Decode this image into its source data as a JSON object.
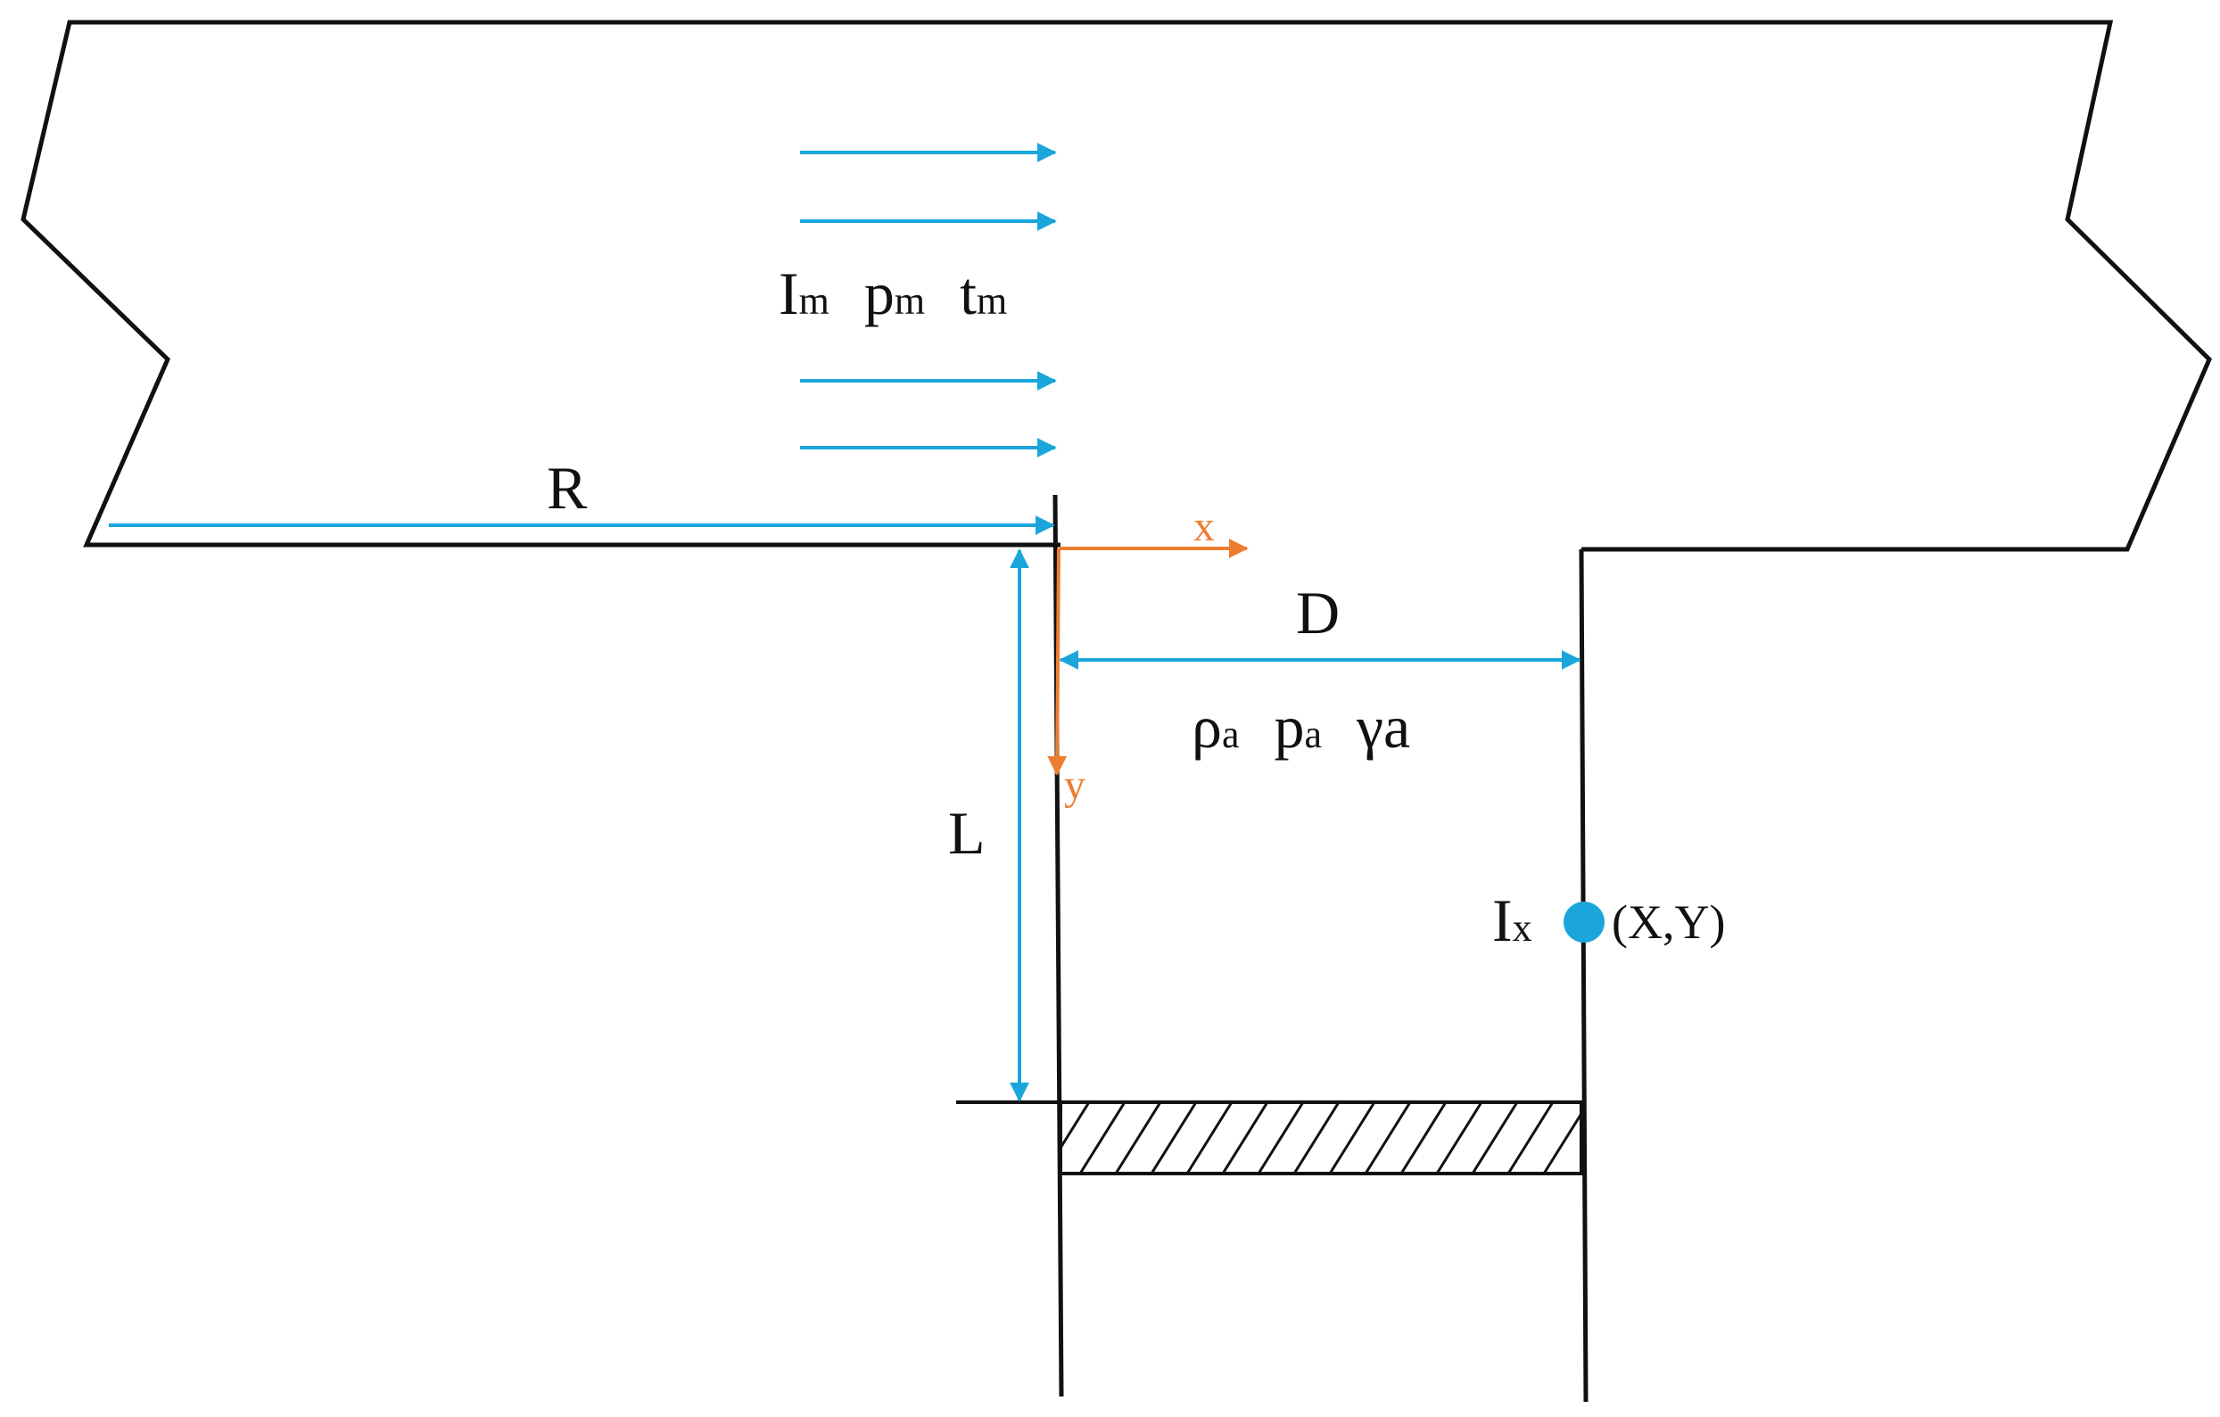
{
  "colors": {
    "wall": "#111111",
    "blue": "#1AA6DB",
    "orange": "#ED7D31"
  },
  "labels": {
    "R": "R",
    "D": "D",
    "L": "L",
    "x_axis": "x",
    "y_axis": "y",
    "flow_I": "I",
    "flow_I_sub": "m",
    "flow_p": "p",
    "flow_p_sub": "m",
    "flow_t": "t",
    "flow_t_sub": "m",
    "cavity_rho": "ρ",
    "cavity_rho_sub": "a",
    "cavity_p": "p",
    "cavity_p_sub": "a",
    "cavity_gamma": "γa",
    "probe_I": "I",
    "probe_I_sub": "x",
    "probe_coord": "(X,Y)"
  }
}
